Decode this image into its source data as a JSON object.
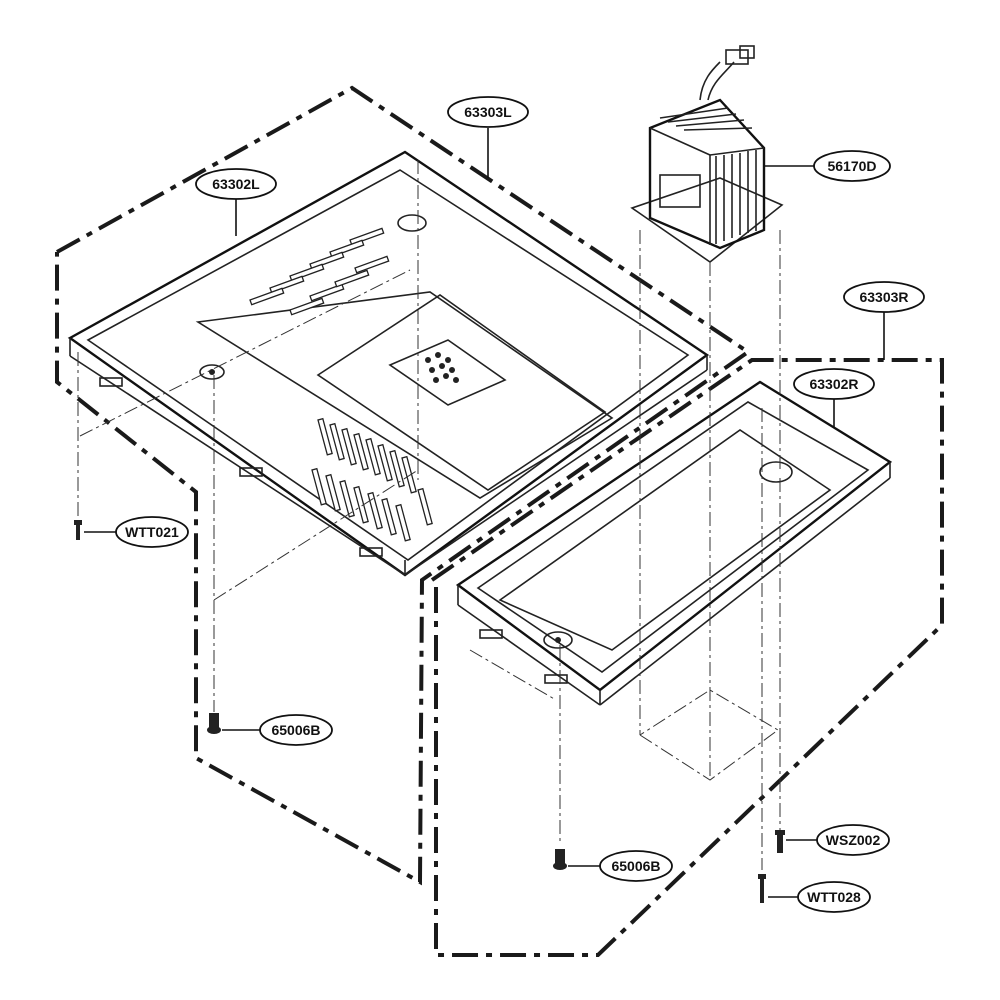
{
  "diagram": {
    "callouts": {
      "c63303L": "63303L",
      "c63302L": "63302L",
      "c56170D": "56170D",
      "c63303R": "63303R",
      "c63302R": "63302R",
      "cWTT021": "WTT021",
      "c65006B_left": "65006B",
      "c65006B_right": "65006B",
      "cWSZ002": "WSZ002",
      "cWTT028": "WTT028"
    },
    "icons": [
      "screw-icon",
      "foot-icon",
      "transformer-icon"
    ]
  }
}
